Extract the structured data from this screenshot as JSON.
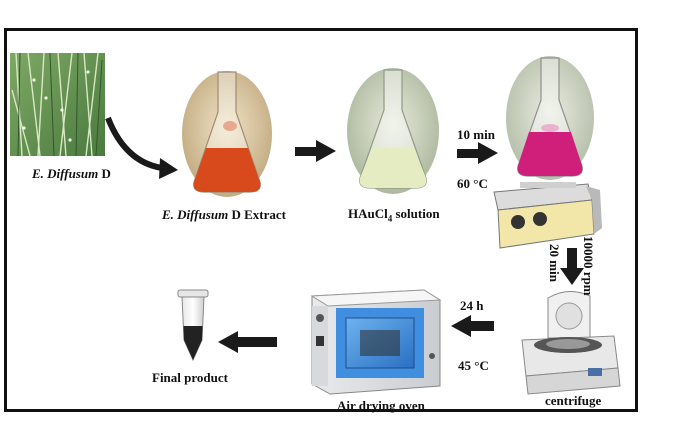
{
  "labels": {
    "plant": {
      "italic": "E. Diffusum",
      "rest": " D"
    },
    "extract": {
      "italic": "E. Diffusum",
      "rest": " D Extract"
    },
    "haucl4": {
      "main": "HAuCl",
      "sub": "4",
      "rest": " solution"
    },
    "step1_time": "10 min",
    "step1_temp": "60 °C",
    "centrifuge_speed": "10000 rpm",
    "centrifuge_time": "20 min",
    "centrifuge": "centrifuge",
    "dry_time": "24 h",
    "dry_temp": "45 °C",
    "oven": "Air drying oven",
    "final": "Final product"
  },
  "colors": {
    "extract_liquid": "#d84a1c",
    "haucl4_liquid": "#e6ecc2",
    "gold_colloid": "#cf1f7a",
    "oven_window": "#3f8ee0",
    "arrow": "#1a1a1a"
  }
}
